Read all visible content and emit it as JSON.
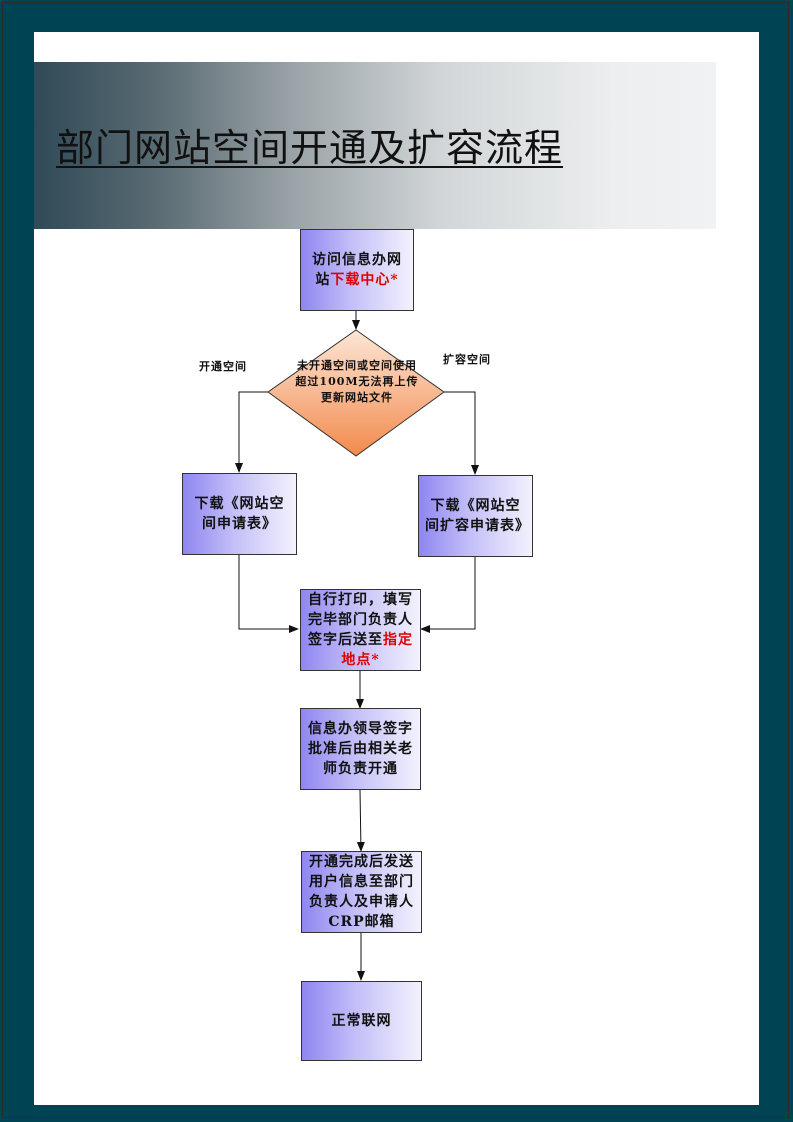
{
  "title": "部门网站空间开通及扩容流程",
  "nodes": {
    "visit": {
      "text": "访问信息办网站",
      "highlight": "下载中心*"
    },
    "decision": {
      "text": "未开通空间或空间使用超过100M无法再上传更新网站文件"
    },
    "download_open": {
      "text": "下载《网站空间申请表》"
    },
    "download_expand": {
      "text": "下载《网站空间扩容申请表》"
    },
    "print": {
      "text": "自行打印，填写完毕部门负责人签字后送至",
      "highlight": "指定地点*"
    },
    "approve": {
      "text": "信息办领导签字批准后由相关老师负责开通"
    },
    "notify": {
      "text": "开通完成后发送用户信息至部门负责人及申请人CRP邮箱"
    },
    "online": {
      "text": "正常联网"
    }
  },
  "edge_labels": {
    "left": "开通空间",
    "right": "扩容空间"
  },
  "colors": {
    "border": "#004353",
    "node_gradient_start": "#8f86f0",
    "node_gradient_end": "#f3f2fd",
    "diamond_gradient_start": "#f28a4c",
    "diamond_gradient_end": "#fde6d6",
    "highlight": "#e00000"
  }
}
